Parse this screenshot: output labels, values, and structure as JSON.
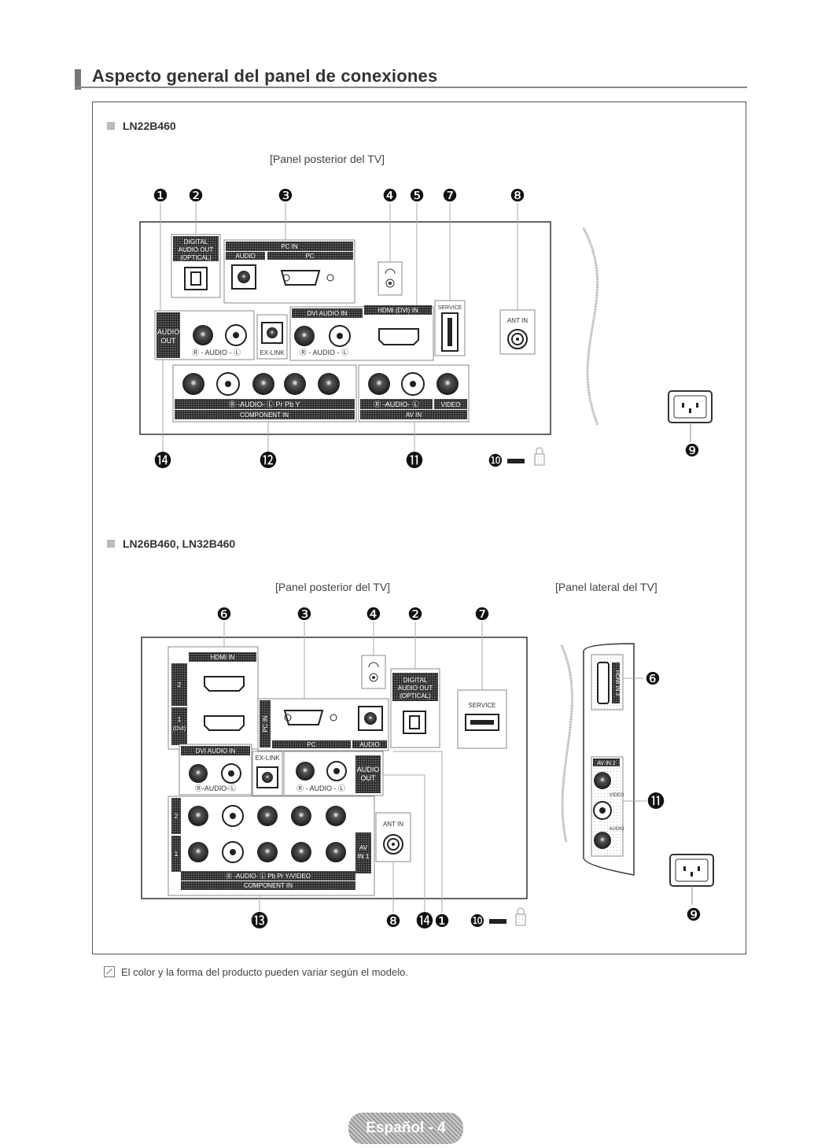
{
  "header": {
    "title": "Aspecto general del panel de conexiones"
  },
  "section1": {
    "model": "LN22B460",
    "caption": "[Panel posterior del TV]",
    "labels": {
      "digital_audio_out": [
        "DIGITAL",
        "AUDIO OUT",
        "(OPTICAL)"
      ],
      "pc_in": "PC IN",
      "audio": "AUDIO",
      "pc": "PC",
      "audio_out": [
        "AUDIO",
        "OUT"
      ],
      "audio_lr": "Ⓡ - AUDIO - Ⓛ",
      "ex_link": "EX-LINK",
      "dvi_audio_in": "DVI AUDIO IN",
      "hdmi_dvi_in": "HDMI (DVI) IN",
      "service": "SERVICE",
      "ant_in": "ANT IN",
      "component_row": "Ⓡ -AUDIO- Ⓛ   Pr   Pb   Y",
      "component_in": "COMPONENT IN",
      "av_row": "Ⓡ -AUDIO- Ⓛ",
      "video": "VIDEO",
      "av_in": "AV IN"
    },
    "callouts_top": [
      "❶",
      "❷",
      "❸",
      "❹",
      "❺",
      "❼",
      "❽"
    ],
    "callouts_bottom": [
      "⓮",
      "⓬",
      "⓫",
      "❿",
      "❾"
    ]
  },
  "section2": {
    "model": "LN26B460, LN32B460",
    "caption_rear": "[Panel posterior del TV]",
    "caption_side": "[Panel lateral del TV]",
    "labels": {
      "hdmi_in": "HDMI IN",
      "port2": "2",
      "port1": "1",
      "dvi": "(DVI)",
      "pc_in": "PC IN",
      "pc": "PC",
      "audio": "AUDIO",
      "digital_audio_out": [
        "DIGITAL",
        "AUDIO OUT",
        "(OPTICAL)"
      ],
      "service": "SERVICE",
      "dvi_audio_in": "DVI AUDIO IN",
      "ex_link": "EX-LINK",
      "audio_lr": "Ⓡ-AUDIO-Ⓛ",
      "audio_lr2": "Ⓡ - AUDIO - Ⓛ",
      "audio_out": [
        "AUDIO",
        "OUT"
      ],
      "ant_in": "ANT IN",
      "av_in1": [
        "AV",
        "IN 1"
      ],
      "component_row": "Ⓡ -AUDIO- Ⓛ   Pb   Pr   Y/VIDEO",
      "component_in": "COMPONENT IN",
      "side_hdmi": "HDMI IN 3",
      "side_av": "AV IN 2",
      "side_video": "VIDEO",
      "side_audio": "AUDIO"
    },
    "callouts_top": [
      "❻",
      "❸",
      "❹",
      "❷",
      "❼"
    ],
    "callouts_bottom": [
      "⓭",
      "❽",
      "⓮",
      "❶",
      "❿",
      "❾"
    ],
    "callouts_side": [
      "❻",
      "⓫"
    ]
  },
  "footnote": "El color y la forma del producto pueden variar según el modelo.",
  "page_number": "Español - 4"
}
